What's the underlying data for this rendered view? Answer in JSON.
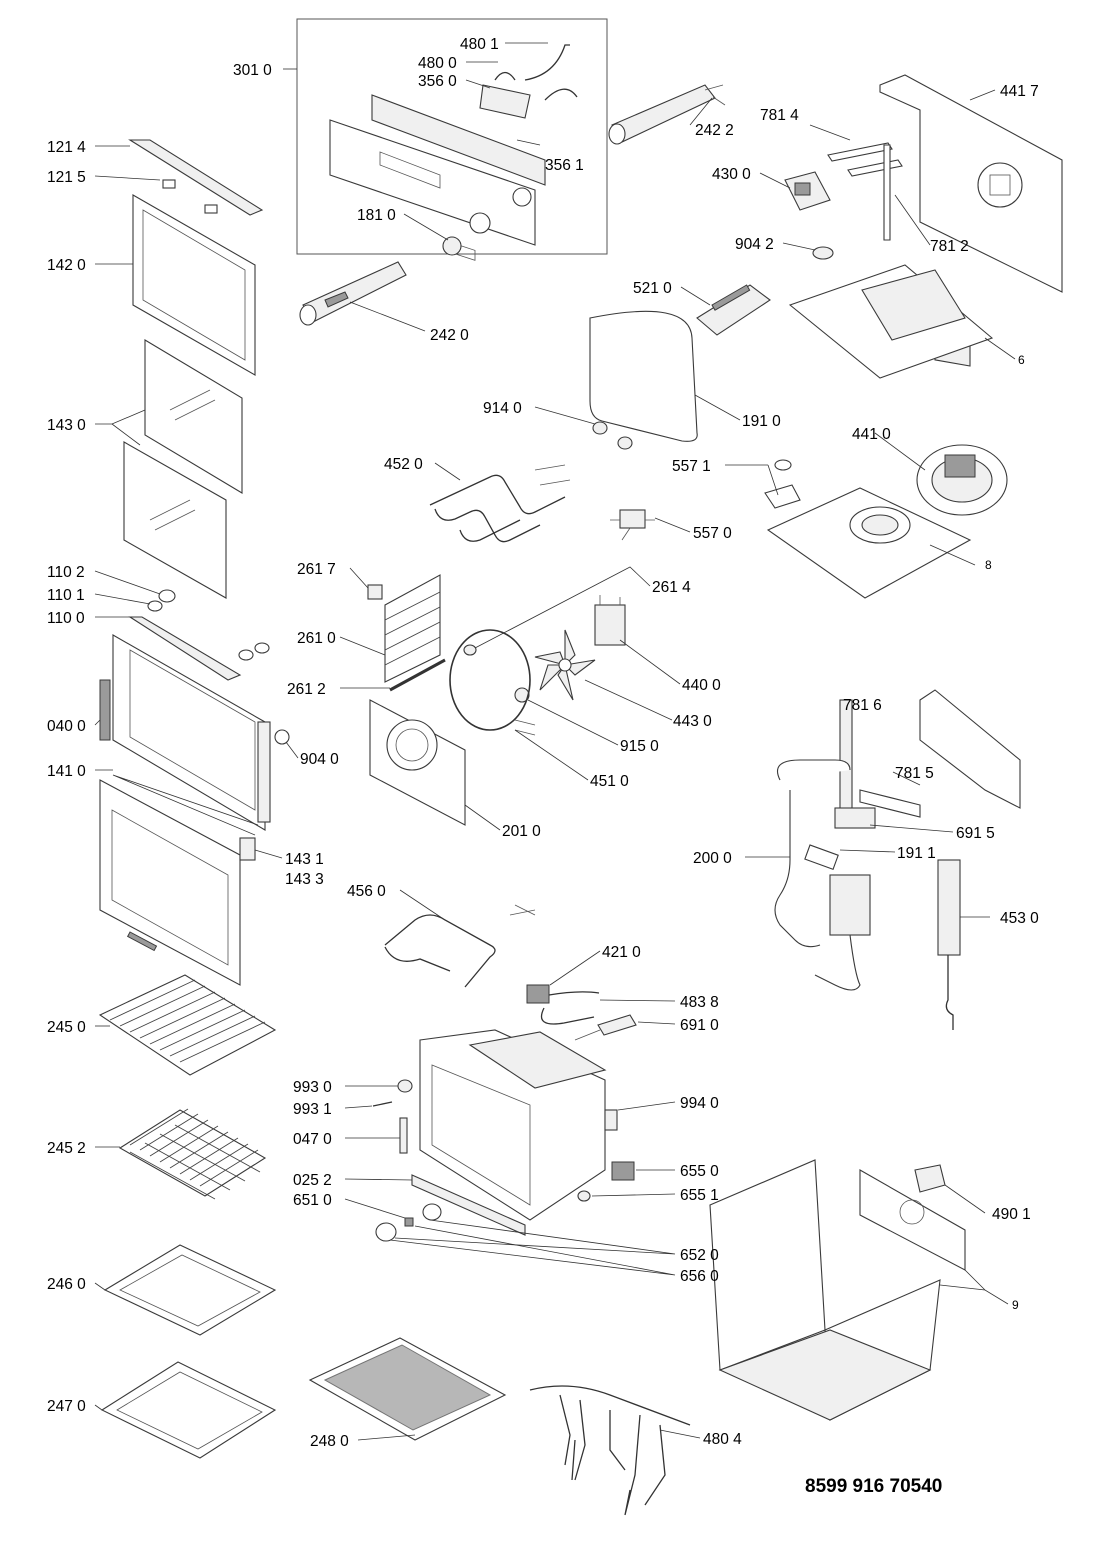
{
  "document_number": "8599 916 70540",
  "callouts": [
    {
      "id": "c-3010",
      "text": "301 0"
    },
    {
      "id": "c-4801",
      "text": "480 1"
    },
    {
      "id": "c-4800",
      "text": "480 0"
    },
    {
      "id": "c-3560",
      "text": "356 0"
    },
    {
      "id": "c-3561",
      "text": "356 1"
    },
    {
      "id": "c-1810",
      "text": "181 0"
    },
    {
      "id": "c-2422",
      "text": "242 2"
    },
    {
      "id": "c-2420",
      "text": "242 0"
    },
    {
      "id": "c-7814",
      "text": "781 4"
    },
    {
      "id": "c-4417",
      "text": "441 7"
    },
    {
      "id": "c-4300",
      "text": "430 0"
    },
    {
      "id": "c-7812",
      "text": "781 2"
    },
    {
      "id": "c-9042",
      "text": "904 2"
    },
    {
      "id": "c-5210",
      "text": "521 0"
    },
    {
      "id": "c-6",
      "text": "6"
    },
    {
      "id": "c-1214",
      "text": "121 4"
    },
    {
      "id": "c-1215",
      "text": "121 5"
    },
    {
      "id": "c-1420",
      "text": "142 0"
    },
    {
      "id": "c-1430",
      "text": "143 0"
    },
    {
      "id": "c-9140",
      "text": "914 0"
    },
    {
      "id": "c-1910",
      "text": "191 0"
    },
    {
      "id": "c-4410",
      "text": "441 0"
    },
    {
      "id": "c-4520",
      "text": "452 0"
    },
    {
      "id": "c-5571",
      "text": "557 1"
    },
    {
      "id": "c-5570",
      "text": "557 0"
    },
    {
      "id": "c-8",
      "text": "8"
    },
    {
      "id": "c-1102",
      "text": "110 2"
    },
    {
      "id": "c-1101",
      "text": "110 1"
    },
    {
      "id": "c-1100",
      "text": "110 0"
    },
    {
      "id": "c-2617",
      "text": "261 7"
    },
    {
      "id": "c-2614",
      "text": "261 4"
    },
    {
      "id": "c-2610",
      "text": "261 0"
    },
    {
      "id": "c-4400",
      "text": "440 0"
    },
    {
      "id": "c-2612",
      "text": "261 2"
    },
    {
      "id": "c-4430",
      "text": "443 0"
    },
    {
      "id": "c-0400",
      "text": "040 0"
    },
    {
      "id": "c-7816",
      "text": "781 6"
    },
    {
      "id": "c-9040",
      "text": "904 0"
    },
    {
      "id": "c-9150",
      "text": "915 0"
    },
    {
      "id": "c-1410",
      "text": "141 0"
    },
    {
      "id": "c-4510",
      "text": "451 0"
    },
    {
      "id": "c-7815",
      "text": "781 5"
    },
    {
      "id": "c-6915",
      "text": "691 5"
    },
    {
      "id": "c-2010",
      "text": "201 0"
    },
    {
      "id": "c-2000",
      "text": "200 0"
    },
    {
      "id": "c-1911",
      "text": "191 1"
    },
    {
      "id": "c-1431",
      "text": "143 1"
    },
    {
      "id": "c-1433",
      "text": "143 3"
    },
    {
      "id": "c-4560",
      "text": "456 0"
    },
    {
      "id": "c-4530",
      "text": "453 0"
    },
    {
      "id": "c-4210",
      "text": "421 0"
    },
    {
      "id": "c-2450",
      "text": "245 0"
    },
    {
      "id": "c-4838",
      "text": "483 8"
    },
    {
      "id": "c-6910",
      "text": "691 0"
    },
    {
      "id": "c-9930",
      "text": "993 0"
    },
    {
      "id": "c-9931",
      "text": "993 1"
    },
    {
      "id": "c-9940",
      "text": "994 0"
    },
    {
      "id": "c-2452",
      "text": "245 2"
    },
    {
      "id": "c-0470",
      "text": "047 0"
    },
    {
      "id": "c-0252",
      "text": "025 2"
    },
    {
      "id": "c-6550",
      "text": "655 0"
    },
    {
      "id": "c-6510",
      "text": "651 0"
    },
    {
      "id": "c-6551",
      "text": "655 1"
    },
    {
      "id": "c-4901",
      "text": "490 1"
    },
    {
      "id": "c-6520",
      "text": "652 0"
    },
    {
      "id": "c-6560",
      "text": "656 0"
    },
    {
      "id": "c-2460",
      "text": "246 0"
    },
    {
      "id": "c-9",
      "text": "9"
    },
    {
      "id": "c-2470",
      "text": "247 0"
    },
    {
      "id": "c-4804",
      "text": "480 4"
    },
    {
      "id": "c-2480",
      "text": "248 0"
    }
  ],
  "colors": {
    "line": "#3a3a3a",
    "label": "#000000",
    "background": "#ffffff"
  }
}
